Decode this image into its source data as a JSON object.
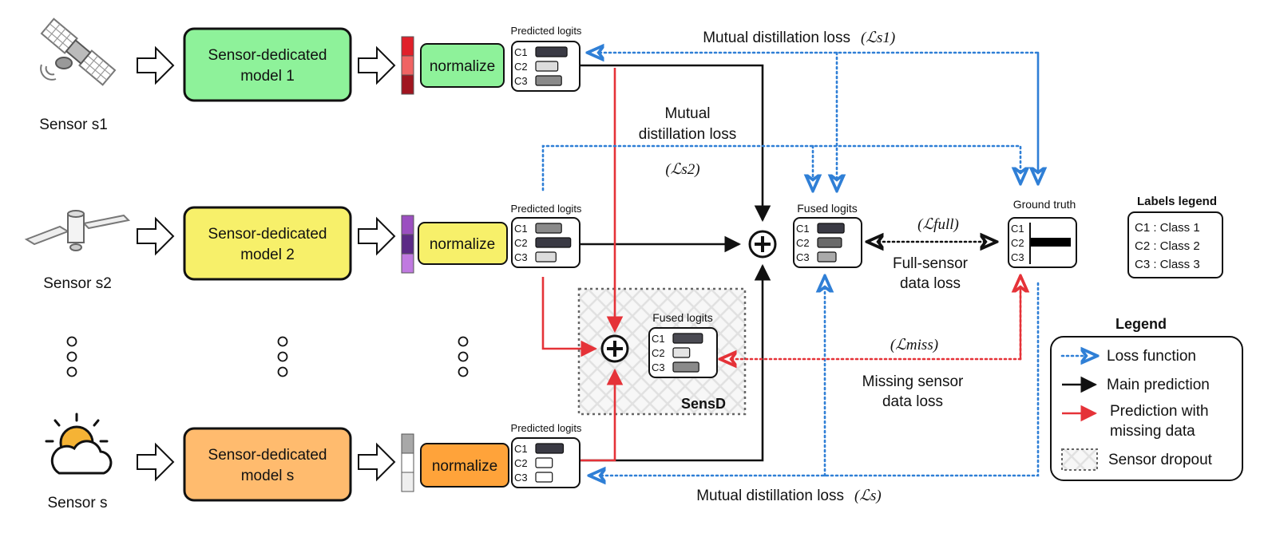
{
  "sensors": [
    {
      "label": "Sensor s1",
      "model_line1": "Sensor-dedicated",
      "model_line2": "model 1",
      "model_color": "#8ef29a",
      "normalize_color": "#8ef29a",
      "icon": "satellite-icon",
      "strip": [
        "#e0202a",
        "#f06464",
        "#a01520"
      ]
    },
    {
      "label": "Sensor s2",
      "model_line1": "Sensor-dedicated",
      "model_line2": "model 2",
      "model_color": "#f7f06a",
      "normalize_color": "#f7f06a",
      "icon": "satellite-panel-icon",
      "strip": [
        "#9b4fc0",
        "#5c2a86",
        "#c07ae0"
      ]
    },
    {
      "label": "Sensor s",
      "model_line1": "Sensor-dedicated",
      "model_line2": "model s",
      "model_color": "#ffbb6e",
      "normalize_color": "#ffa33a",
      "icon": "weather-icon",
      "strip": [
        "#a8a8a8",
        "#ffffff",
        "#eeeeee"
      ]
    }
  ],
  "normalize_label": "normalize",
  "predicted_logits_label": "Predicted logits",
  "fused_logits_label": "Fused logits",
  "ground_truth_label": "Ground truth",
  "class_labels": [
    "C1",
    "C2",
    "C3"
  ],
  "logits": {
    "s1": [
      {
        "value": 0.85,
        "color": "#3a3a44"
      },
      {
        "value": 0.6,
        "color": "#dcdcdc"
      },
      {
        "value": 0.7,
        "color": "#8a8a8a"
      }
    ],
    "s2": [
      {
        "value": 0.7,
        "color": "#8a8a8a"
      },
      {
        "value": 0.95,
        "color": "#3a3a44"
      },
      {
        "value": 0.55,
        "color": "#dcdcdc"
      }
    ],
    "s": [
      {
        "value": 0.75,
        "color": "#3a3a44"
      },
      {
        "value": 0.45,
        "color": "#ffffff"
      },
      {
        "value": 0.45,
        "color": "#ffffff"
      }
    ],
    "fused_full": [
      {
        "value": 0.72,
        "color": "#3a3a44"
      },
      {
        "value": 0.65,
        "color": "#6a6a6a"
      },
      {
        "value": 0.5,
        "color": "#aaaaaa"
      }
    ],
    "fused_missing": [
      {
        "value": 0.8,
        "color": "#4a4a52"
      },
      {
        "value": 0.45,
        "color": "#e4e4e4"
      },
      {
        "value": 0.7,
        "color": "#8a8a8a"
      }
    ],
    "ground_truth": [
      {
        "value": 0.0,
        "color": "#000000"
      },
      {
        "value": 1.0,
        "color": "#000000"
      },
      {
        "value": 0.0,
        "color": "#000000"
      }
    ]
  },
  "loss_labels": {
    "mutual_s1_text": "Mutual distillation loss",
    "mutual_s1_symbol": "(ℒs1)",
    "mutual_s2_line1": "Mutual",
    "mutual_s2_line2": "distillation loss",
    "mutual_s2_symbol": "(ℒs2)",
    "full_symbol": "(ℒfull)",
    "full_line1": "Full-sensor",
    "full_line2": "data loss",
    "miss_symbol": "(ℒmiss)",
    "miss_line1": "Missing sensor",
    "miss_line2": "data loss",
    "mutual_s_text": "Mutual distillation loss",
    "mutual_s_symbol": "(ℒs)"
  },
  "sensd_label": "SensD",
  "labels_legend": {
    "title": "Labels legend",
    "items": [
      "C1 : Class 1",
      "C2 : Class 2",
      "C3 : Class 3"
    ]
  },
  "legend": {
    "title": "Legend",
    "items": [
      {
        "label": "Loss function"
      },
      {
        "label": "Main prediction"
      },
      {
        "label_line1": "Prediction with",
        "label_line2": "missing data"
      },
      {
        "label": "Sensor dropout"
      }
    ]
  },
  "colors": {
    "loss_blue": "#2f7fd6",
    "missing_red": "#e53238",
    "main_black": "#111111"
  }
}
